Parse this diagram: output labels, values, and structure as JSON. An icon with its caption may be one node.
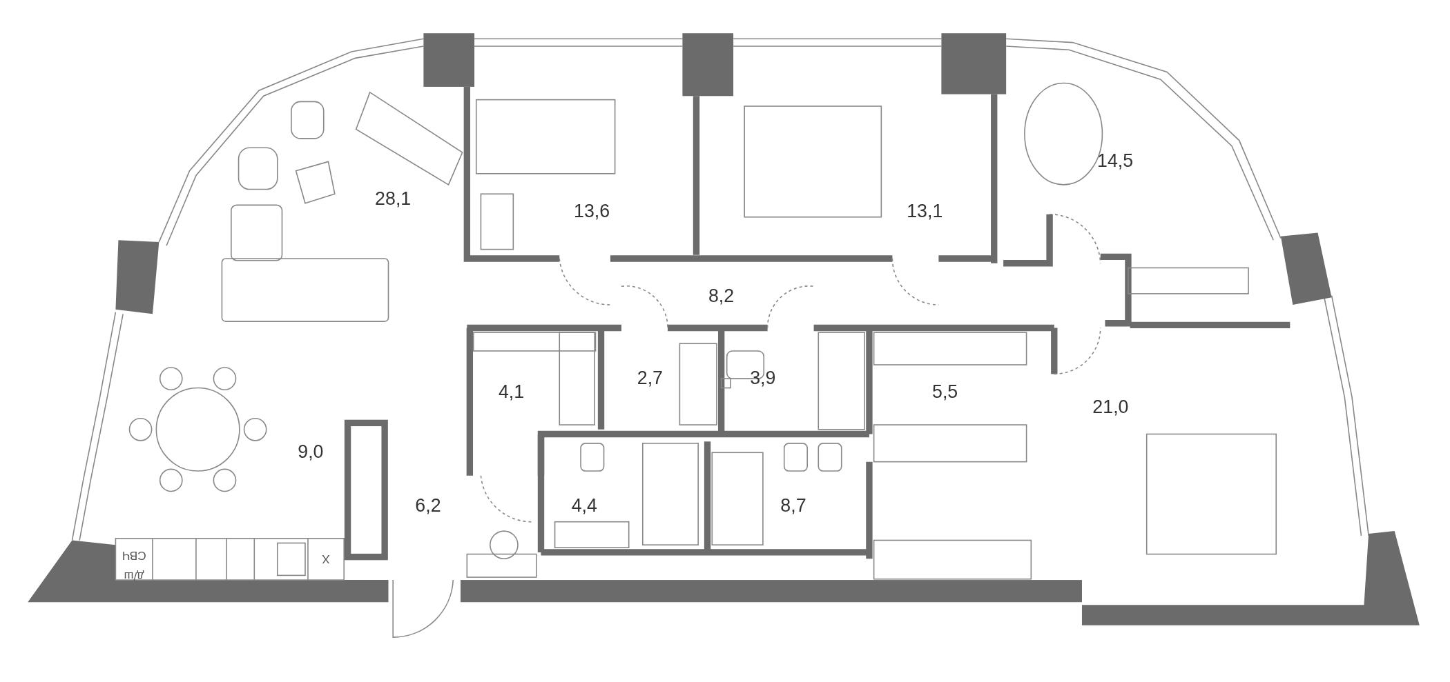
{
  "diagram": {
    "labels": [
      "28,1",
      "13,6",
      "13,1",
      "14,5",
      "8,2",
      "2,7",
      "3,9",
      "4,1",
      "5,5",
      "21,0",
      "9,0",
      "6,2",
      "4,4",
      "8,7",
      "СВЧ",
      "д/ш",
      "Х"
    ]
  }
}
